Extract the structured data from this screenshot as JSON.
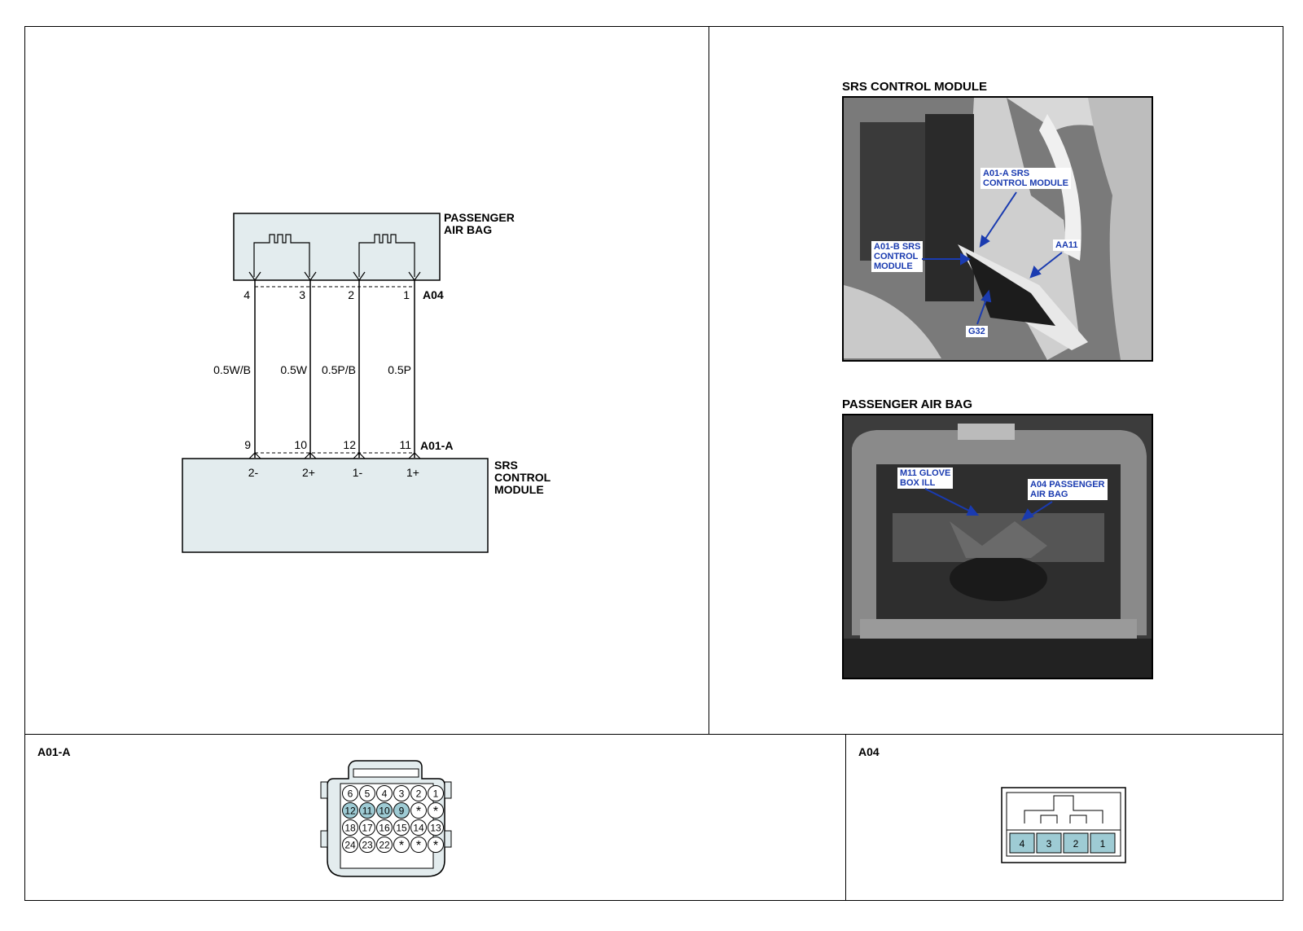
{
  "schematic": {
    "top_component_label": [
      "PASSENGER",
      "AIR BAG"
    ],
    "top_connector_id": "A04",
    "bottom_component_label": [
      "SRS",
      "CONTROL",
      "MODULE"
    ],
    "bottom_connector_id": "A01-A",
    "wires": [
      {
        "top_pin": "4",
        "color_code": "0.5W/B",
        "bottom_pin": "9",
        "signal": "2-"
      },
      {
        "top_pin": "3",
        "color_code": "0.5W",
        "bottom_pin": "10",
        "signal": "2+"
      },
      {
        "top_pin": "2",
        "color_code": "0.5P/B",
        "bottom_pin": "12",
        "signal": "1-"
      },
      {
        "top_pin": "1",
        "color_code": "0.5P",
        "bottom_pin": "11",
        "signal": "1+"
      }
    ]
  },
  "photos": {
    "srs_title": "SRS CONTROL MODULE",
    "srs_callouts": [
      [
        "A01-A SRS",
        "CONTROL MODULE"
      ],
      [
        "A01-B SRS",
        "CONTROL",
        "MODULE"
      ],
      [
        "AA11"
      ],
      [
        "G32"
      ]
    ],
    "airbag_title": "PASSENGER AIR BAG",
    "airbag_callouts": [
      [
        "M11 GLOVE",
        "BOX ILL"
      ],
      [
        "A04 PASSENGER",
        "AIR BAG"
      ]
    ]
  },
  "connectors": {
    "a01a_title": "A01-A",
    "a01a_rows": [
      [
        "6",
        "5",
        "4",
        "3",
        "2",
        "1"
      ],
      [
        "12",
        "11",
        "10",
        "9",
        "*",
        "*"
      ],
      [
        "18",
        "17",
        "16",
        "15",
        "14",
        "13"
      ],
      [
        "24",
        "23",
        "22",
        "*",
        "*",
        "*"
      ]
    ],
    "a04_title": "A04",
    "a04_pins": [
      "4",
      "3",
      "2",
      "1"
    ]
  },
  "colors": {
    "box_fill": "#e3ecee",
    "pin_highlight": "#9ecbd4",
    "callout_text": "#1a3bb0"
  }
}
